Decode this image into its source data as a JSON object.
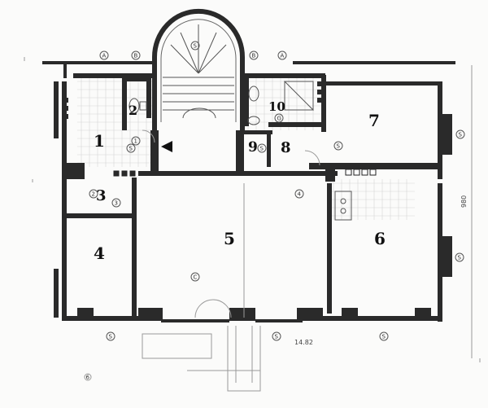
{
  "rooms": [
    {
      "label": "1"
    },
    {
      "label": "2"
    },
    {
      "label": "3"
    },
    {
      "label": "4"
    },
    {
      "label": "5"
    },
    {
      "label": "6"
    },
    {
      "label": "7"
    },
    {
      "label": "8"
    },
    {
      "label": "9"
    },
    {
      "label": "10"
    }
  ],
  "markers": {
    "A": "A",
    "B": "B",
    "S": "S",
    "G": "G",
    "C": "C",
    "one": "1",
    "two": "2",
    "three": "3",
    "four": "4",
    "six": "6"
  },
  "dimensions": {
    "height": "980",
    "code": "14.82"
  }
}
